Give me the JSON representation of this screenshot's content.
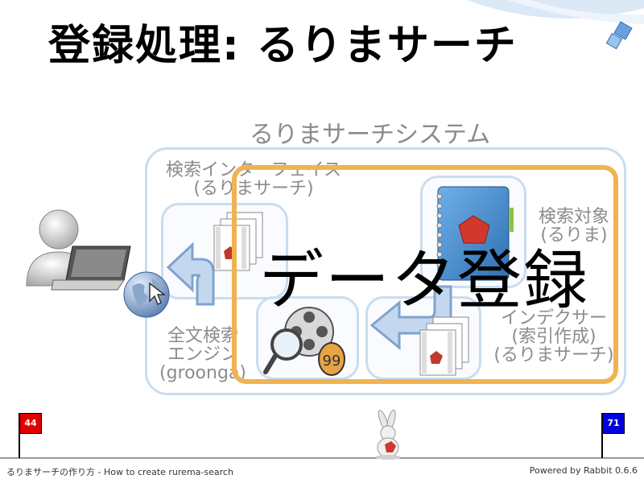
{
  "slide": {
    "title": "登録処理: るりまサーチ",
    "system_label": "るりまサーチシステム",
    "components": {
      "search_interface": [
        "検索インターフェイス",
        "(るりまサーチ)"
      ],
      "search_target": [
        "検索対象",
        "(るりま)"
      ],
      "fulltext_engine": [
        "全文検索",
        "エンジン",
        "(groonga)"
      ],
      "indexer": [
        "インデクサー",
        "(索引作成)",
        "(るりまサーチ)"
      ]
    },
    "overlay_text": "データ登録",
    "accent_color": "#f0b350",
    "frame_color": "#c9ddef"
  },
  "progress": {
    "current_page": "44",
    "total_pages": "71",
    "current_flag_color": "#e00000",
    "total_flag_color": "#0000e0"
  },
  "footer": {
    "left": "るりまサーチの作り方 - How to create rurema-search",
    "right": "Powered by Rabbit 0.6.6"
  },
  "icons": [
    "user-icon",
    "laptop-icon",
    "globe-icon",
    "document-stack-icon",
    "notebook-icon",
    "arrow-left-icon",
    "film-reel-icon",
    "magnifier-icon",
    "rabbit-icon"
  ]
}
